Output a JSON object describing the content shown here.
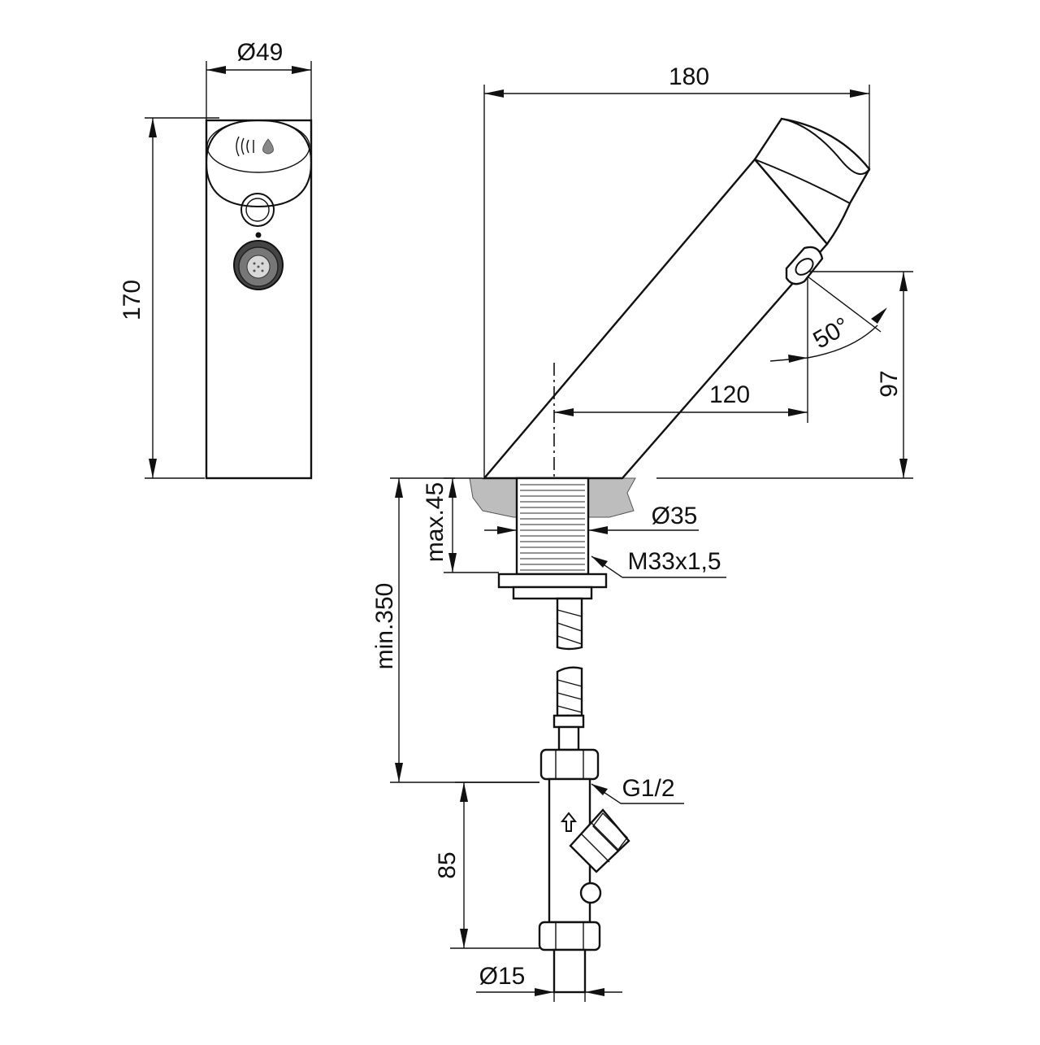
{
  "dimensions": {
    "diameter_49": "Ø49",
    "height_170": "170",
    "length_180": "180",
    "reach_120": "120",
    "height_97": "97",
    "angle_50": "50°",
    "max_45": "max.45",
    "diameter_35": "Ø35",
    "thread_m33": "M33x1,5",
    "min_350": "min.350",
    "connection_g12": "G1/2",
    "length_85": "85",
    "diameter_15": "Ø15"
  },
  "colors": {
    "line": "#111111",
    "countertop": "#bdbdbd",
    "background": "#ffffff"
  },
  "icons": {
    "sensor": "sensor-waves-icon",
    "drop": "water-drop-icon"
  }
}
